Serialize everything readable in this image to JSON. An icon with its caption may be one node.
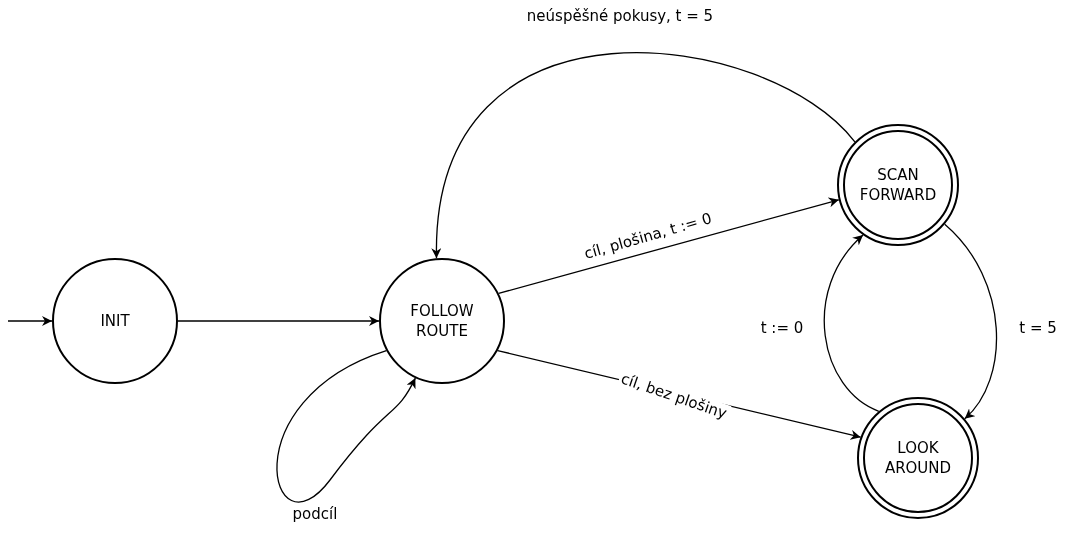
{
  "diagram": {
    "nodes": [
      {
        "text": [
          "INIT"
        ]
      },
      {
        "text": [
          "FOLLOW ROUTE"
        ]
      },
      {
        "text": [
          "SCAN FORWARD"
        ]
      },
      {
        "text": [
          "LOOK AROUND"
        ]
      }
    ],
    "edges": [
      {
        "from": null,
        "to": 0,
        "arrow": "to"
      },
      {
        "from": 0,
        "to": 1,
        "arrow": "to"
      },
      {
        "from": 1,
        "to": 2,
        "arrow": "to",
        "label": "cíl, plošina, t := 0"
      },
      {
        "from": 1,
        "to": 3,
        "arrow": "to",
        "label": "cíl, bez plošiny"
      },
      {
        "from": 2,
        "to": 1,
        "arrow": "to",
        "label": "neúspěšné pokusy, t = 5"
      },
      {
        "from": 1,
        "to": 1,
        "arrow": "to",
        "label": "podcíl"
      },
      {
        "from": 2,
        "to": 3,
        "arrow": "to",
        "label": "t = 5"
      },
      {
        "from": 3,
        "to": 2,
        "arrow": "to",
        "label": "t := 0"
      }
    ]
  }
}
